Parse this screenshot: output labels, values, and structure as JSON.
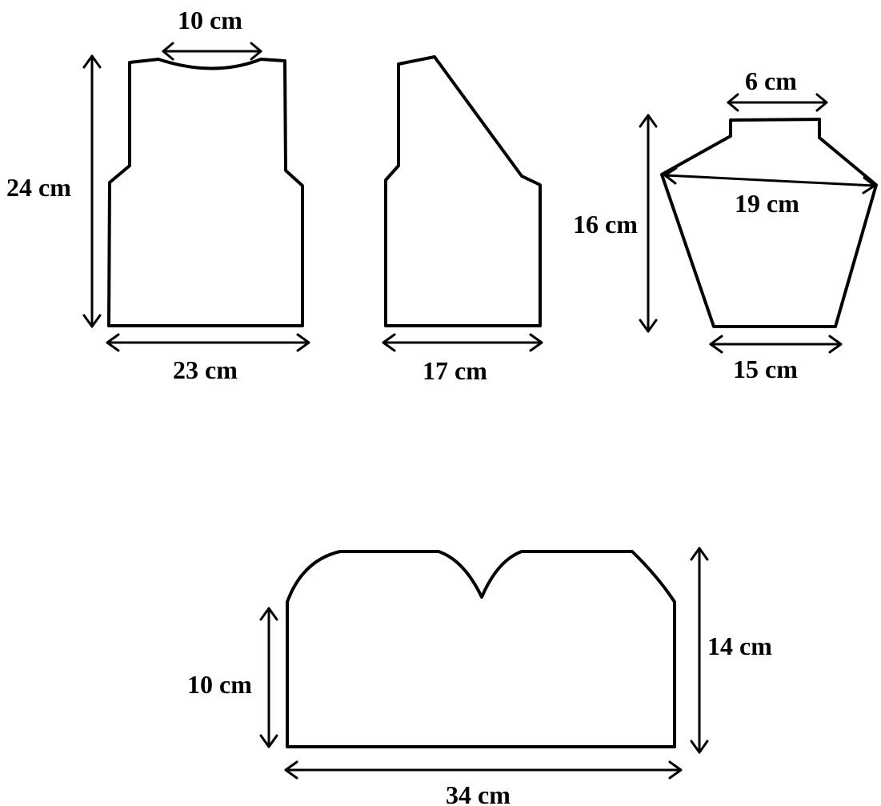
{
  "pieces": {
    "back": {
      "neck_width": "10 cm",
      "height": "24 cm",
      "width": "23 cm"
    },
    "front": {
      "width": "17 cm"
    },
    "sleeve": {
      "top_width": "6 cm",
      "upper_width": "19 cm",
      "height": "16 cm",
      "bottom_width": "15 cm"
    },
    "collar": {
      "side_height": "10 cm",
      "total_height": "14 cm",
      "width": "34 cm"
    }
  }
}
